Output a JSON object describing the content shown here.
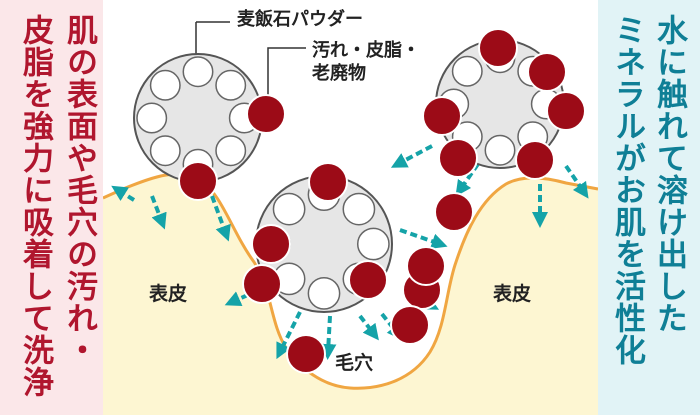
{
  "colors": {
    "skin_fill": "#fdf6d2",
    "skin_edge": "#f0a642",
    "dirt": "#9c0b17",
    "powder_fill": "#e6e6e6",
    "arrow": "#15a3a8",
    "left_panel_bg": "#fbe7e9",
    "left_text": "#b0162e",
    "right_panel_bg": "#e1f3f6",
    "right_text": "#0f7f96"
  },
  "left_caption": {
    "line1": "肌の表面や毛穴の汚れ・",
    "line2": "皮脂を強力に吸着して洗浄"
  },
  "right_caption": {
    "line1": "水に触れて溶け出した",
    "line2": "ミネラルがお肌を活性化"
  },
  "labels": {
    "powder": "麦飯石パウダー",
    "dirt_line1": "汚れ・皮脂・",
    "dirt_line2": "老廃物",
    "skin_left": "表皮",
    "skin_right": "表皮",
    "pore": "毛穴"
  }
}
